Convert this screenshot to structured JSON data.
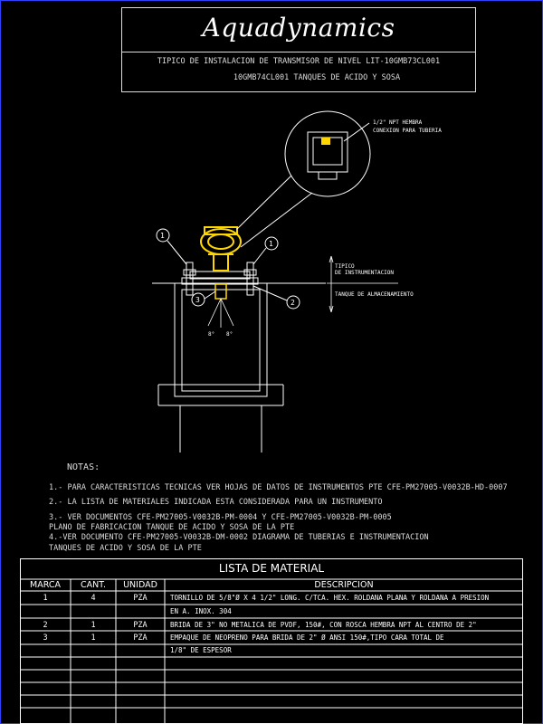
{
  "title_block": {
    "brand": "Aquadynamics",
    "line1": "TIPICO DE INSTALACION DE TRANSMISOR DE NIVEL LIT-10GMB73CL001",
    "line2": "10GMB74CL001 TANQUES DE ACIDO Y SOSA"
  },
  "drawing": {
    "callout_text_1": "1/2\" NPT HEMBRA",
    "callout_text_2": "CONEXION PARA TUBERIA",
    "tipico_1": "TIPICO",
    "tipico_2": "DE INSTRUMENTACION",
    "tanque": "TANQUE DE ALMACENAMIENTO",
    "marker_1_left": "1",
    "marker_1_right": "1",
    "marker_2": "2",
    "marker_3": "3",
    "angle_left": "8°",
    "angle_right": "8°"
  },
  "notes": {
    "heading": "NOTAS:",
    "items": [
      "1.- PARA CARACTERISTICAS TECNICAS VER HOJAS DE DATOS DE INSTRUMENTOS PTE CFE-PM27005-V0032B-HD-0007",
      "2.- LA LISTA DE MATERIALES INDICADA ESTA CONSIDERADA PARA UN INSTRUMENTO",
      "3.- VER DOCUMENTOS CFE-PM27005-V0032B-PM-0004 Y CFE-PM27005-V0032B-PM-0005",
      "PLANO DE FABRICACION TANQUE DE ACIDO Y SOSA DE LA PTE",
      "4.-VER DOCUMENTO CFE-PM27005-V0032B-DM-0002 DIAGRAMA DE TUBERIAS E INSTRUMENTACION",
      "TANQUES DE ACIDO Y SOSA DE LA PTE"
    ]
  },
  "materials": {
    "title": "LISTA DE MATERIAL",
    "headers": [
      "MARCA",
      "CANT.",
      "UNIDAD",
      "DESCRIPCION"
    ],
    "rows": [
      {
        "marca": "1",
        "cant": "4",
        "unidad": "PZA",
        "desc": "TORNILLO DE 5/8\"Ø X 4 1/2\" LONG. C/TCA. HEX.  ROLDANA PLANA Y ROLDANA A PRESION"
      },
      {
        "marca": "",
        "cant": "",
        "unidad": "",
        "desc": "EN A. INOX. 304"
      },
      {
        "marca": "2",
        "cant": "1",
        "unidad": "PZA",
        "desc": "BRIDA DE 3\" NO METALICA DE PVDF, 150#, CON ROSCA HEMBRA NPT AL CENTRO DE 2\""
      },
      {
        "marca": "3",
        "cant": "1",
        "unidad": "PZA",
        "desc": "EMPAQUE DE NEOPRENO PARA BRIDA DE 2\" Ø ANSI 150#,TIPO CARA TOTAL DE"
      },
      {
        "marca": "",
        "cant": "",
        "unidad": "",
        "desc": "1/8\" DE ESPESOR"
      }
    ]
  },
  "colors": {
    "frame": "#3040ff",
    "transmitter": "#ffd700",
    "line": "#ffffff"
  }
}
